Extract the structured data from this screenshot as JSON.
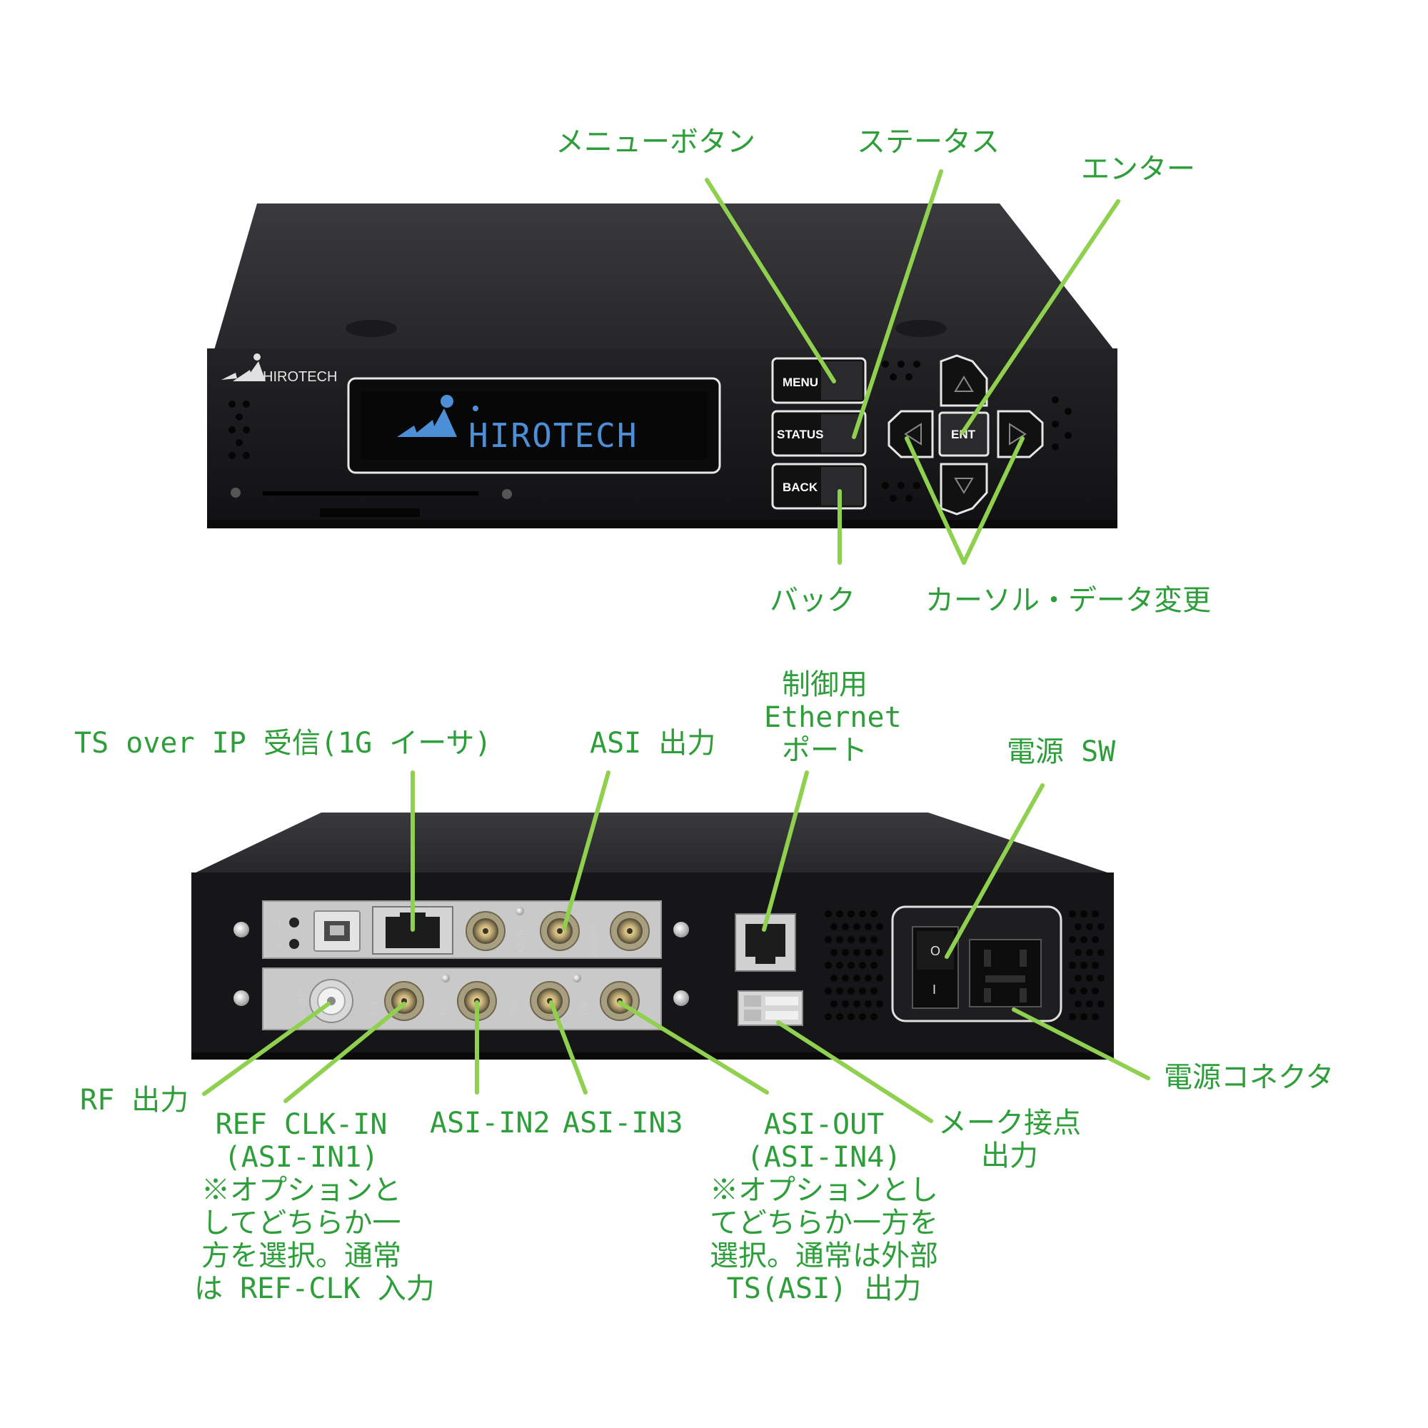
{
  "front_panel": {
    "brand": "HIROTECH",
    "display_text": "HIROTECH",
    "buttons": {
      "menu": "MENU",
      "status": "STATUS",
      "back": "BACK",
      "enter": "ENT"
    }
  },
  "front_labels": {
    "menu_button": "メニューボタン",
    "status": "ステータス",
    "enter": "エンター",
    "back": "バック",
    "cursor_data_change": "カーソル・データ変更"
  },
  "rear_panel": {
    "port_marks": {
      "asi_in": "ASI IN",
      "asi_out": "ASI OUT",
      "rf_out": "RF OUT",
      "ts1": "TS1",
      "ts2": "TS2",
      "ts3": "TS3",
      "ts4": "TS4",
      "led_1": "1",
      "led_0": "0",
      "switch_off": "O",
      "switch_on": "I"
    }
  },
  "rear_labels": {
    "ts_over_ip": "TS over IP 受信(1G イーサ)",
    "asi_output": "ASI 出力",
    "control_ethernet": [
      "制御用",
      "Ethernet",
      "ポート"
    ],
    "power_sw": "電源 SW",
    "rf_output": "RF 出力",
    "ref_clk_in": [
      "REF CLK-IN",
      "(ASI-IN1)",
      "※オプションと",
      "してどちらか一",
      "方を選択。通常",
      "は REF-CLK 入力"
    ],
    "asi_in2": "ASI-IN2",
    "asi_in3": "ASI-IN3",
    "asi_out": [
      "ASI-OUT",
      "(ASI-IN4)",
      "※オプションとし",
      "てどちらか一方を",
      "選択。通常は外部",
      "TS(ASI) 出力"
    ],
    "make_contact_output": [
      "メーク接点",
      "出力"
    ],
    "power_connector": "電源コネクタ"
  },
  "colors": {
    "label_green": "#2e9e3a",
    "leader_line": "#8fd14f",
    "chassis": "#1b1b1d",
    "vfd_text": "#4d8fd6"
  }
}
